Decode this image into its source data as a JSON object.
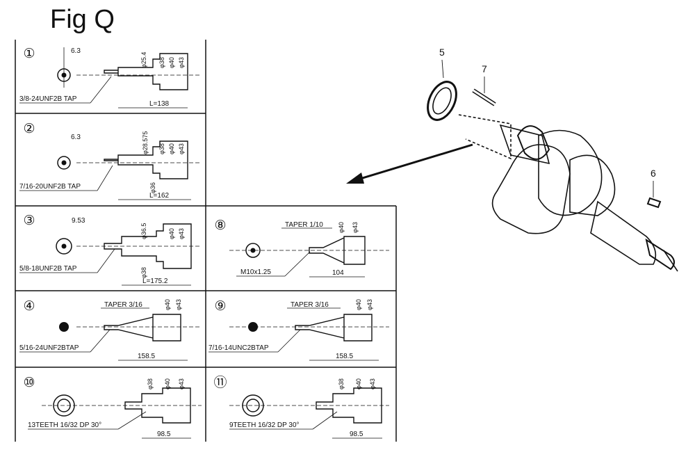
{
  "figure_title": "Fig Q",
  "panels": [
    {
      "id": "1",
      "num": "①",
      "dim_small": "6.3",
      "tap": "3/8-24UNF2B TAP",
      "length": "L=138",
      "diams": [
        "φ25.4",
        "φ38",
        "φ40",
        "φ43"
      ],
      "taper": ""
    },
    {
      "id": "2",
      "num": "②",
      "dim_small": "6.3",
      "tap": "7/16-20UNF2B TAP",
      "length": "L=162",
      "diams": [
        "φ28.575",
        "φ38",
        "φ40",
        "φ43"
      ],
      "extra_diam": "φ36",
      "taper": ""
    },
    {
      "id": "3",
      "num": "③",
      "dim_small": "9.53",
      "tap": "5/8-18UNF2B TAP",
      "length": "L=175.2",
      "diams": [
        "φ36.5",
        "φ40",
        "φ43"
      ],
      "extra_diam": "φ38",
      "taper": ""
    },
    {
      "id": "8",
      "num": "⑧",
      "taper": "TAPER 1/10",
      "tap": "M10x1.25",
      "length": "104",
      "diams": [
        "φ40",
        "φ43"
      ]
    },
    {
      "id": "4",
      "num": "④",
      "taper": "TAPER 3/16",
      "tap": "5/16-24UNF2BTAP",
      "length": "158.5",
      "diams": [
        "φ40",
        "φ43"
      ]
    },
    {
      "id": "9",
      "num": "⑨",
      "taper": "TAPER 3/16",
      "tap": "7/16-14UNC2BTAP",
      "length": "158.5",
      "diams": [
        "φ40",
        "φ43"
      ]
    },
    {
      "id": "10",
      "num": "⑩",
      "teeth": "13TEETH 16/32 DP 30°",
      "length": "98.5",
      "diams": [
        "φ38",
        "φ40",
        "φ43"
      ]
    },
    {
      "id": "11",
      "num": "⑪",
      "teeth": "9TEETH 16/32 DP 30°",
      "length": "98.5",
      "diams": [
        "φ38",
        "φ40",
        "φ43"
      ]
    }
  ],
  "callouts": {
    "c5": "5",
    "c7": "7",
    "c6": "6"
  }
}
